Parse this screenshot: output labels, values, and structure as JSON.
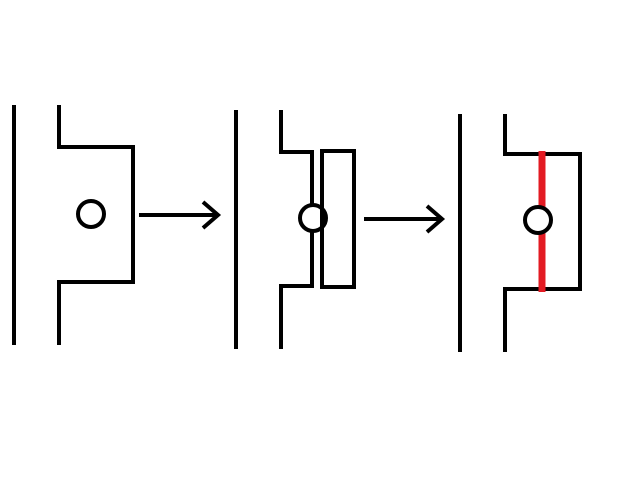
{
  "diagram": {
    "panels": [
      {
        "id": "stage-1",
        "description_shape": "wall with protruding block containing hole"
      },
      {
        "id": "stage-2",
        "description_shape": "wall with thin protrusion and separate rectangle overlapping hole"
      },
      {
        "id": "stage-3",
        "description_shape": "wall with protruding block, hole split by cut line"
      }
    ],
    "arrows": 2,
    "colors": {
      "stroke": "#000000",
      "highlight": "#e31b23",
      "background": "#ffffff",
      "hole_fill": "#ffffff"
    }
  }
}
